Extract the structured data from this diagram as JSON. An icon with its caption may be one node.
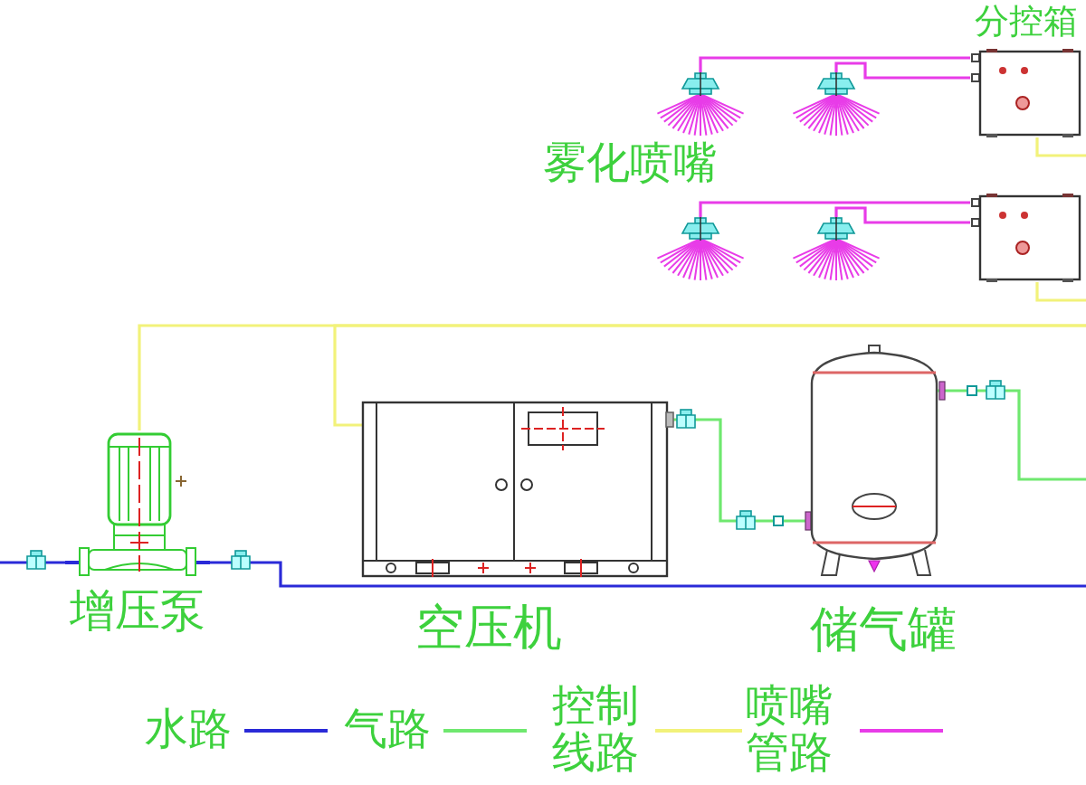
{
  "diagram": {
    "nodes": [
      {
        "text": [
          "分控箱"
        ]
      },
      {
        "text": [],
        "shape": "picture"
      },
      {
        "text": [],
        "shape": "picture"
      },
      {
        "text": [],
        "shape": "box"
      },
      {
        "text": [],
        "shape": "picture"
      },
      {
        "text": [],
        "shape": "picture"
      },
      {
        "text": [
          "增压泵"
        ]
      },
      {
        "text": [
          "空压机"
        ]
      },
      {
        "text": [
          "储气罐"
        ]
      }
    ],
    "edges": [
      {
        "from": 0,
        "to": 1,
        "arrow": "none",
        "color": "#e83ce8"
      },
      {
        "from": 0,
        "to": 2,
        "arrow": "none",
        "color": "#e83ce8"
      },
      {
        "from": 0,
        "to": null,
        "arrow": "none",
        "color": "#f2f27a"
      },
      {
        "from": 3,
        "to": 4,
        "arrow": "none",
        "color": "#e83ce8"
      },
      {
        "from": 3,
        "to": 5,
        "arrow": "none",
        "color": "#e83ce8"
      },
      {
        "from": 3,
        "to": null,
        "arrow": "none",
        "color": "#f2f27a"
      },
      {
        "from": null,
        "to": 6,
        "arrow": "none",
        "color": "#2a2ad8"
      },
      {
        "from": 6,
        "to": null,
        "arrow": "none",
        "color": "#2a2ad8"
      },
      {
        "from": null,
        "to": 6,
        "arrow": "none",
        "color": "#f2f27a"
      },
      {
        "from": null,
        "to": 7,
        "arrow": "none",
        "color": "#f2f27a"
      },
      {
        "from": 7,
        "to": 8,
        "arrow": "none",
        "color": "#6fe86f"
      },
      {
        "from": 8,
        "to": null,
        "arrow": "none",
        "color": "#6fe86f"
      }
    ],
    "labels": [
      "雾化喷嘴"
    ],
    "legend": [
      {
        "text": "水路",
        "color": "#2a2ad8"
      },
      {
        "text": "气路",
        "color": "#6fe86f"
      },
      {
        "text": "控制线路",
        "color": "#f2f27a"
      },
      {
        "text": "喷嘴管路",
        "color": "#e83ce8"
      }
    ]
  }
}
